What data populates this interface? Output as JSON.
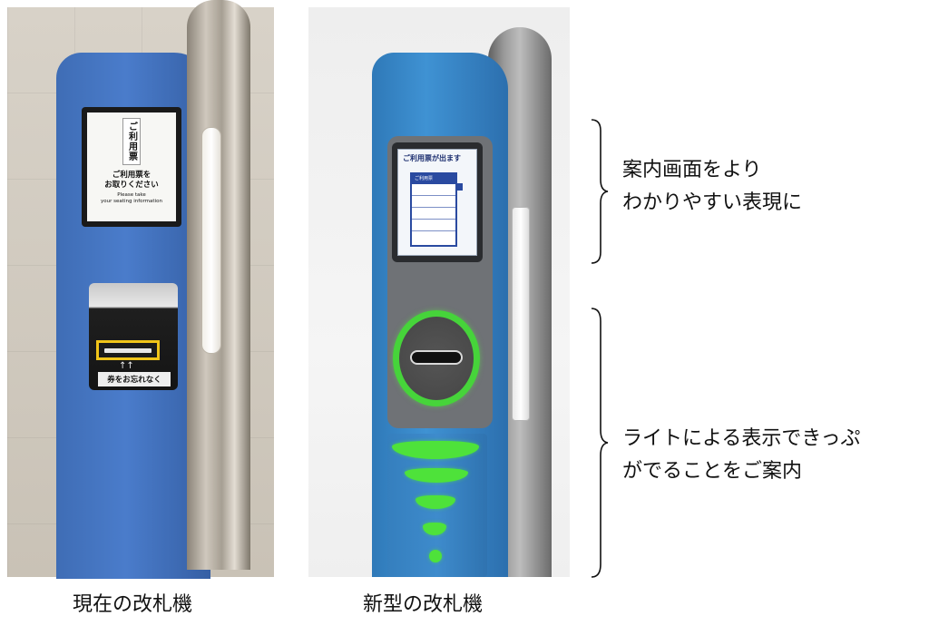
{
  "left_photo": {
    "display_vertical_text": "ご利用票",
    "display_main_line1": "ご利用票を",
    "display_main_line2": "お取りください",
    "display_english_line1": "Please take",
    "display_english_line2": "your seating information",
    "warning_label": "券をお忘れなく",
    "arrow_glyph": "↑↑"
  },
  "right_photo": {
    "screen_title": "ご利用票が出ます",
    "screen_list_header": "ご利用票"
  },
  "captions": {
    "current_gate": "現在の改札機",
    "new_gate": "新型の改札機"
  },
  "annotations": {
    "screen_line1": "案内画面をより",
    "screen_line2": "わかりやすい表現に",
    "light_line1": "ライトによる表示できっぷ",
    "light_line2": "がでることをご案内"
  },
  "colors": {
    "gate_blue_current": "#4a7ccb",
    "gate_blue_new": "#3f92d3",
    "indicator_green": "#46d43a",
    "slot_yellow": "#f0c419"
  }
}
